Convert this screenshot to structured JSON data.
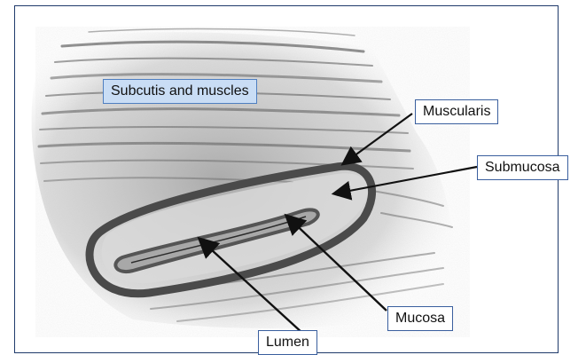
{
  "labels": {
    "subcutis": "Subcutis and muscles",
    "muscularis": "Muscularis",
    "submucosa": "Submucosa",
    "mucosa": "Mucosa",
    "lumen": "Lumen"
  },
  "colors": {
    "frame_border": "#1f3a6b",
    "label_border": "#3a5f9e",
    "subcutis_fill": "#c9ddf5",
    "muscularis_stroke": "#4a4a4a",
    "arrow": "#111111"
  }
}
